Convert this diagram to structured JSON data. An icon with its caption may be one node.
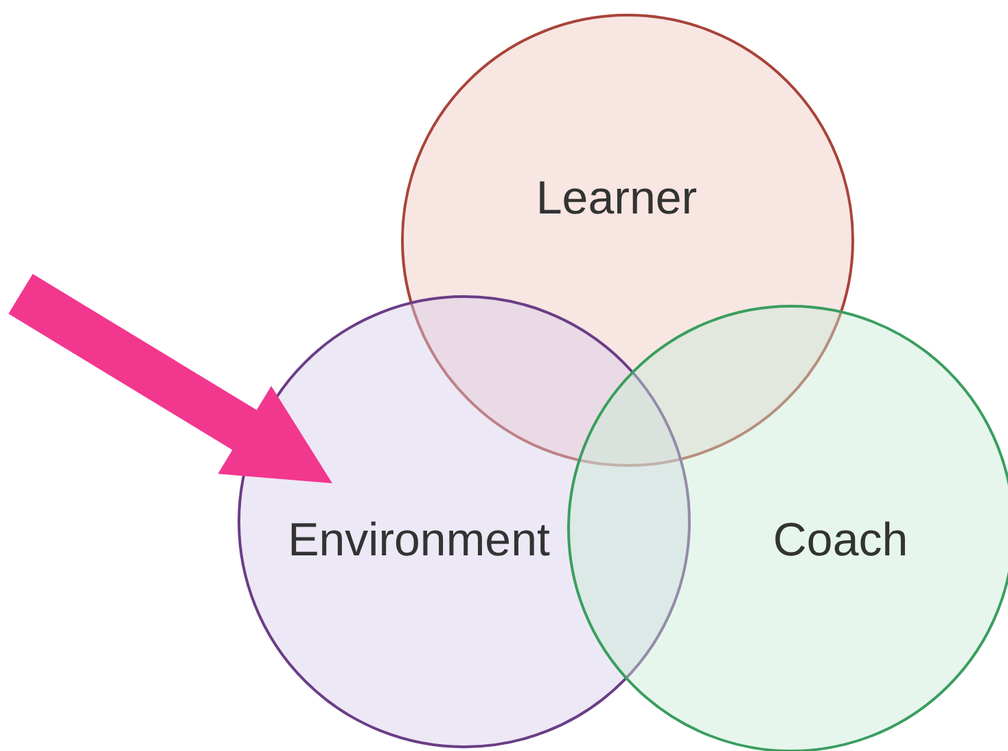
{
  "diagram": {
    "nodes": [
      {
        "text": [
          "Learner"
        ]
      },
      {
        "text": [
          "Environment"
        ]
      },
      {
        "text": [
          "Coach"
        ]
      }
    ],
    "edges": [
      {
        "from": null,
        "to": 1,
        "arrow": "to",
        "color": "#f2378f"
      }
    ]
  }
}
